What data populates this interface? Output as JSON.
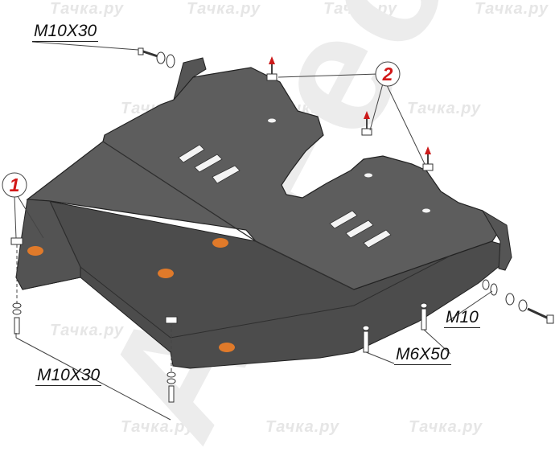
{
  "watermark_text": "Тачка.ру",
  "brand_watermark": "ALFeco",
  "fastener_labels": {
    "bolt_top_left": "M10X30",
    "bolt_bottom_left": "M10X30",
    "nut_right": "M10",
    "bolt_bottom_right": "M6X50"
  },
  "callouts": {
    "one": "1",
    "two": "2"
  },
  "colors": {
    "plate_fill": "#5b5b5b",
    "plate_edge": "#2a2a2a",
    "plate_front": "#4a4a4a",
    "logo_badge": "#e07a2a",
    "callout_number": "#d21818",
    "stud_tip": "#cc1a1a"
  }
}
